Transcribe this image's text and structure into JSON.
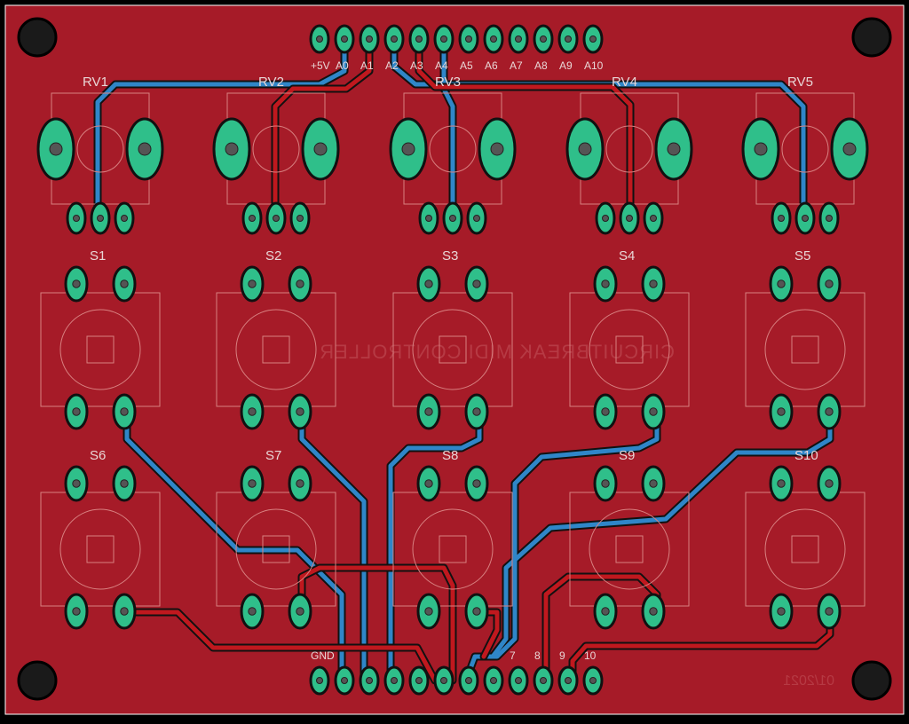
{
  "board": {
    "silk_title": "CIRCUITBREAK MIDI CONTROLLER",
    "date_code": "01/2021",
    "colors": {
      "board": "#a61b28",
      "board_edge": "#ffffff",
      "pad": "#2fbf8a",
      "pad_outline": "#111111",
      "trace_top": "#c0181e",
      "trace_bottom": "#2f86c8",
      "silk": "#d88080",
      "label": "#e9d6d6"
    }
  },
  "potentiometers": [
    {
      "ref": "RV1"
    },
    {
      "ref": "RV2"
    },
    {
      "ref": "RV3"
    },
    {
      "ref": "RV4"
    },
    {
      "ref": "RV5"
    }
  ],
  "switches": [
    {
      "ref": "S1"
    },
    {
      "ref": "S2"
    },
    {
      "ref": "S3"
    },
    {
      "ref": "S4"
    },
    {
      "ref": "S5"
    },
    {
      "ref": "S6"
    },
    {
      "ref": "S7"
    },
    {
      "ref": "S8"
    },
    {
      "ref": "S9"
    },
    {
      "ref": "S10"
    }
  ],
  "top_header": {
    "labels": [
      "+5V",
      "A0",
      "A1",
      "A2",
      "A3",
      "A4",
      "A5",
      "A6",
      "A7",
      "A8",
      "A9",
      "A10"
    ]
  },
  "bottom_header": {
    "labels": [
      "GND",
      "",
      "",
      "",
      "",
      "",
      "",
      "",
      "7",
      "8",
      "9",
      "10"
    ]
  }
}
